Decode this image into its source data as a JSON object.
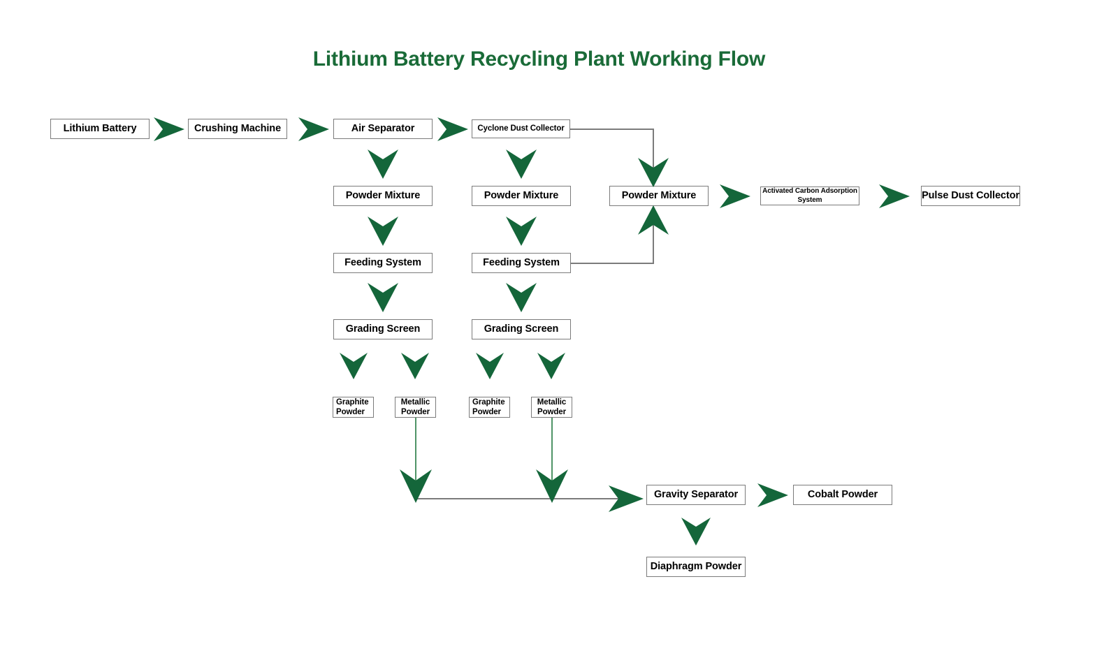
{
  "title": "Lithium Battery Recycling Plant Working Flow",
  "colors": {
    "accent_green": "#1a6b38",
    "arrow_green": "#14663a",
    "line_gray": "#7b7b7b",
    "green_line": "#4f9467",
    "box_border": "#7b7b7b",
    "box_fill": "#ffffff",
    "text": "#000000"
  },
  "nodes": {
    "lithium_battery": "Lithium Battery",
    "crushing_machine": "Crushing Machine",
    "air_separator": "Air Separator",
    "cyclone_dust_collector": "Cyclone Dust Collector",
    "powder_mixture_1": "Powder Mixture",
    "powder_mixture_2": "Powder Mixture",
    "powder_mixture_3": "Powder Mixture",
    "activated_carbon_line1": "Activated Carbon Adsorption",
    "activated_carbon_line2": "System",
    "pulse_dust_collector": "Pulse Dust Collector",
    "feeding_system_1": "Feeding System",
    "feeding_system_2": "Feeding System",
    "grading_screen_1": "Grading Screen",
    "grading_screen_2": "Grading Screen",
    "graphite_powder_1_line1": "Graphite",
    "graphite_powder_1_line2": "Powder",
    "metallic_powder_1_line1": "Metallic",
    "metallic_powder_1_line2": "Powder",
    "graphite_powder_2_line1": "Graphite",
    "graphite_powder_2_line2": "Powder",
    "metallic_powder_2_line1": "Metallic",
    "metallic_powder_2_line2": "Powder",
    "gravity_separator": "Gravity Separator",
    "cobalt_powder": "Cobalt Powder",
    "diaphragm_powder": "Diaphragm Powder"
  },
  "flow": {
    "type": "process-flow-diagram",
    "steps": [
      {
        "from": "Lithium Battery",
        "to": "Crushing Machine",
        "direction": "right"
      },
      {
        "from": "Crushing Machine",
        "to": "Air Separator",
        "direction": "right"
      },
      {
        "from": "Air Separator",
        "to": "Cyclone Dust Collector",
        "direction": "right"
      },
      {
        "from": "Air Separator",
        "to": "Powder Mixture",
        "direction": "down"
      },
      {
        "from": "Cyclone Dust Collector",
        "to": "Powder Mixture",
        "direction": "down"
      },
      {
        "from": "Cyclone Dust Collector",
        "to": "Powder Mixture (center)",
        "direction": "elbow-right-down"
      },
      {
        "from": "Powder Mixture",
        "to": "Feeding System",
        "direction": "down"
      },
      {
        "from": "Powder Mixture",
        "to": "Feeding System",
        "direction": "down"
      },
      {
        "from": "Feeding System",
        "to": "Powder Mixture (center)",
        "direction": "elbow-right-up"
      },
      {
        "from": "Powder Mixture (center)",
        "to": "Activated Carbon Adsorption System",
        "direction": "right"
      },
      {
        "from": "Activated Carbon Adsorption System",
        "to": "Pulse Dust Collector",
        "direction": "right"
      },
      {
        "from": "Feeding System",
        "to": "Grading Screen",
        "direction": "down"
      },
      {
        "from": "Grading Screen",
        "to": "Graphite Powder",
        "direction": "down"
      },
      {
        "from": "Grading Screen",
        "to": "Metallic Powder",
        "direction": "down"
      },
      {
        "from": "Metallic Powder",
        "to": "Gravity Separator",
        "direction": "down-then-right"
      },
      {
        "from": "Gravity Separator",
        "to": "Cobalt Powder",
        "direction": "right"
      },
      {
        "from": "Gravity Separator",
        "to": "Diaphragm Powder",
        "direction": "down"
      }
    ]
  }
}
